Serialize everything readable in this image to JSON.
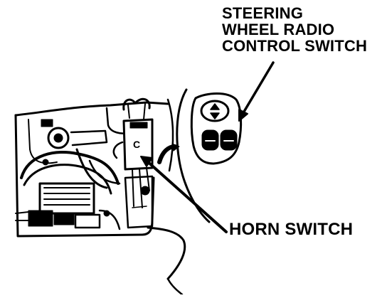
{
  "labels": {
    "steering_switch": [
      "STEERING",
      "WHEEL RADIO",
      "CONTROL SWITCH"
    ],
    "horn_switch": "HORN SWITCH",
    "horn_contact_letter": "C"
  },
  "colors": {
    "ink": "#000000",
    "paper": "#ffffff"
  }
}
